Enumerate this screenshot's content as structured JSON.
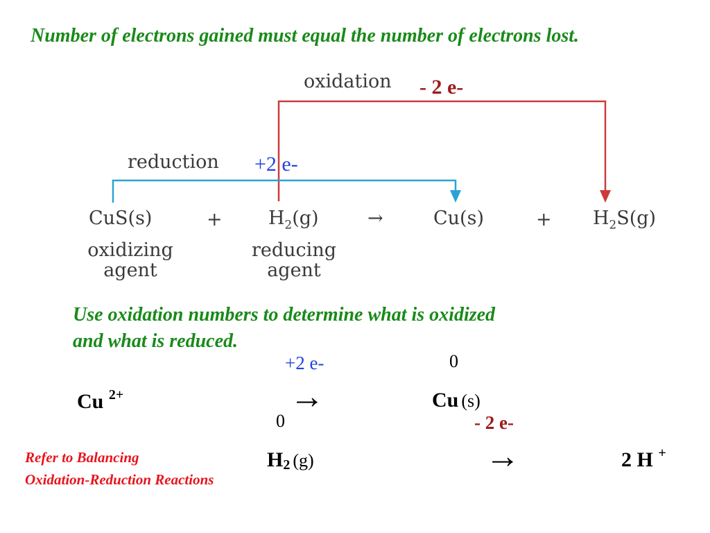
{
  "slide": {
    "heading": "Number of electrons gained must equal the number of electrons lost.",
    "diagram": {
      "oxidation_label": "oxidation",
      "oxidation_electrons": "- 2 e-",
      "reduction_label": "reduction",
      "reduction_electrons": "+2 e-",
      "equation": {
        "reactant1": "CuS(s)",
        "plus1": "+",
        "reactant2_base": "H",
        "reactant2_sub": "2",
        "reactant2_tail": "(g)",
        "arrow": "→",
        "product1": "Cu(s)",
        "plus2": "+",
        "product2_base": "H",
        "product2_sub": "2",
        "product2_tail": "S(g)"
      },
      "reactant1_role_line1": "oxidizing",
      "reactant1_role_line2": "agent",
      "reactant2_role_line1": "reducing",
      "reactant2_role_line2": "agent",
      "colors": {
        "oxidation": "#cc3b3b",
        "reduction": "#2ba3d6"
      }
    },
    "instruction_line1": "Use oxidation numbers to determine what is oxidized",
    "instruction_line2": "and what is reduced.",
    "half_reaction_1": {
      "electrons": "+2 e-",
      "reactant_base": "Cu",
      "reactant_charge": "2+",
      "arrow": "→",
      "product_ox_number": "0",
      "product_base": "Cu",
      "product_state": "(s)"
    },
    "half_reaction_2": {
      "reactant_ox_number": "0",
      "electrons": "- 2 e-",
      "reactant_base": "H",
      "reactant_sub": "2",
      "reactant_state": "(g)",
      "arrow": "→",
      "product_base": "2 H",
      "product_charge": "+"
    },
    "reference_line1": "Refer to Balancing",
    "reference_line2": "Oxidation-Reduction Reactions"
  }
}
